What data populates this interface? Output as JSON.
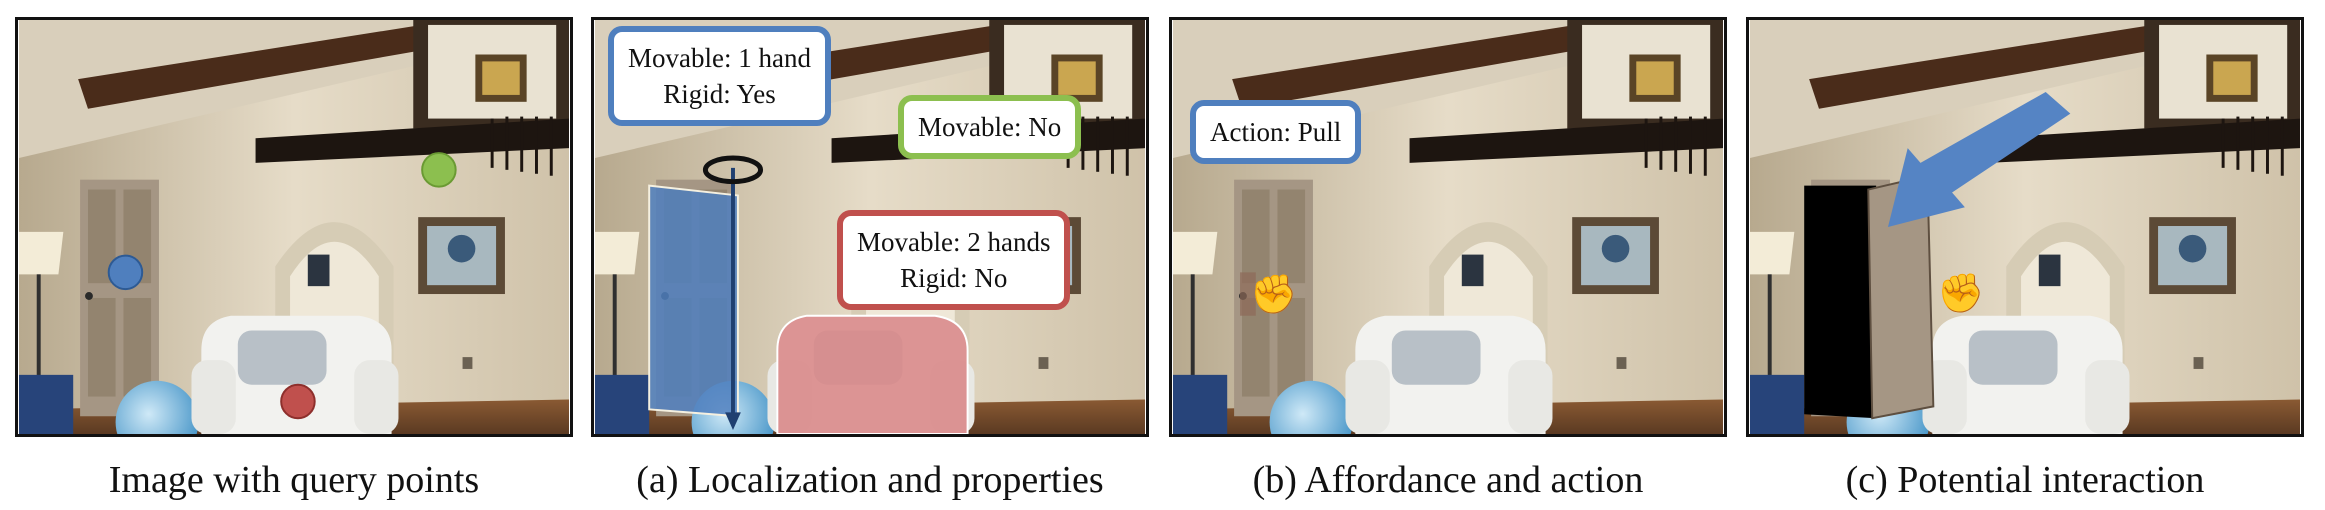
{
  "colors": {
    "blue": "#4f7fbe",
    "green": "#8cbf4f",
    "red": "#c0504d",
    "arrow_blue": "#5584c4"
  },
  "panels": [
    {
      "caption": "Image with query points"
    },
    {
      "caption": "(a) Localization and properties",
      "labels": {
        "door": [
          "Movable: 1 hand",
          "Rigid: Yes"
        ],
        "wall": [
          "Movable: No"
        ],
        "chair": [
          "Movable: 2 hands",
          "Rigid: No"
        ]
      }
    },
    {
      "caption": "(b) Affordance and action",
      "action_label": "Action: Pull",
      "icon": "hand-pull-icon"
    },
    {
      "caption": "(c) Potential interaction",
      "icon": "hand-pull-icon"
    }
  ]
}
